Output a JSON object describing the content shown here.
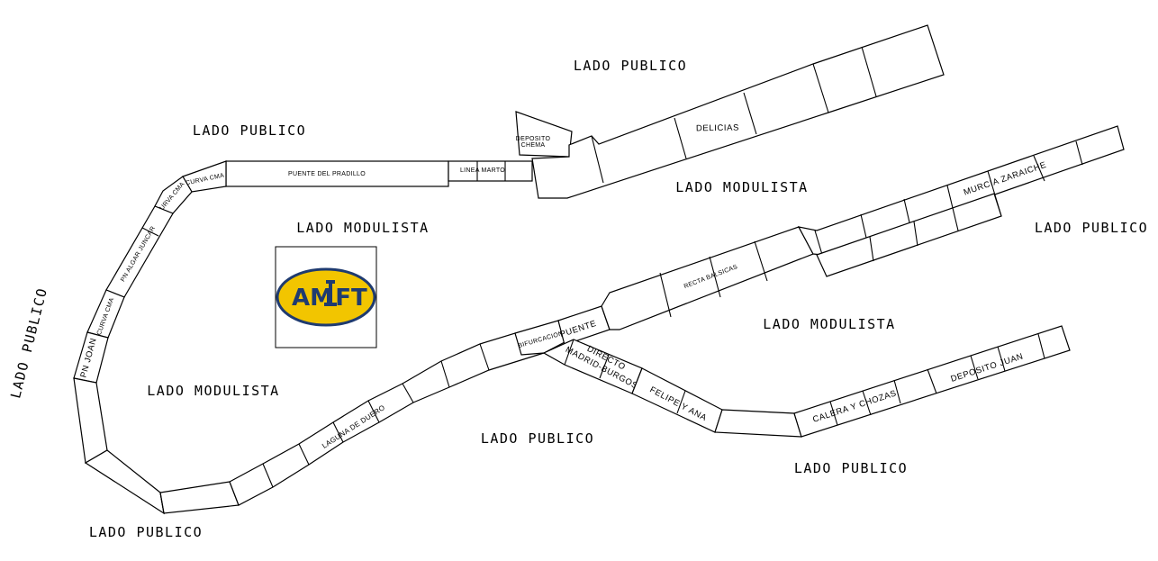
{
  "areas": {
    "publico_1": "LADO PUBLICO",
    "publico_2": "LADO PUBLICO",
    "publico_3": "LADO PUBLICO",
    "publico_4": "LADO PUBLICO",
    "publico_5": "LADO PUBLICO",
    "publico_6": "LADO PUBLICO",
    "publico_7": "LADO PUBLICO",
    "modulista_1": "LADO MODULISTA",
    "modulista_2": "LADO MODULISTA",
    "modulista_3": "LADO MODULISTA",
    "modulista_4": "LADO MODULISTA"
  },
  "modules": {
    "puente_pradillo": "PUENTE DEL PRADILLO",
    "linea_marto": "LINEA MARTO",
    "deposito_chema_1": "DEPOSITO",
    "deposito_chema_2": "CHEMA",
    "delicias": "DELICIAS",
    "curva_cma_1": "CURVA CMA",
    "curva_cma_2": "CURVA CMA",
    "curva_cma_3": "CURVA CMA",
    "pn_algar": "PN ALGAR JUNCAR",
    "pn_joan": "PN JOAN",
    "laguna": "LAGUNA DE DUERO",
    "bifurcacion": "BIFURCACION",
    "puente": "PUENTE",
    "recta_balsicas": "RECTA BALSICAS",
    "murcia_zaraiche": "MURCIA ZARAICHE",
    "directo_1": "DIRECTO",
    "directo_2": "MADRID-BURGOS",
    "felipe_ana": "FELIPE Y ANA",
    "calera": "CALERA Y CHOZAS",
    "deposito_juan": "DEPOSITO JUAN"
  },
  "logo": {
    "text_left": "AM",
    "text_right": "FT",
    "ellipse_color": "#f2c500",
    "outline_color": "#1f3b70",
    "text_color": "#1f3b70"
  }
}
